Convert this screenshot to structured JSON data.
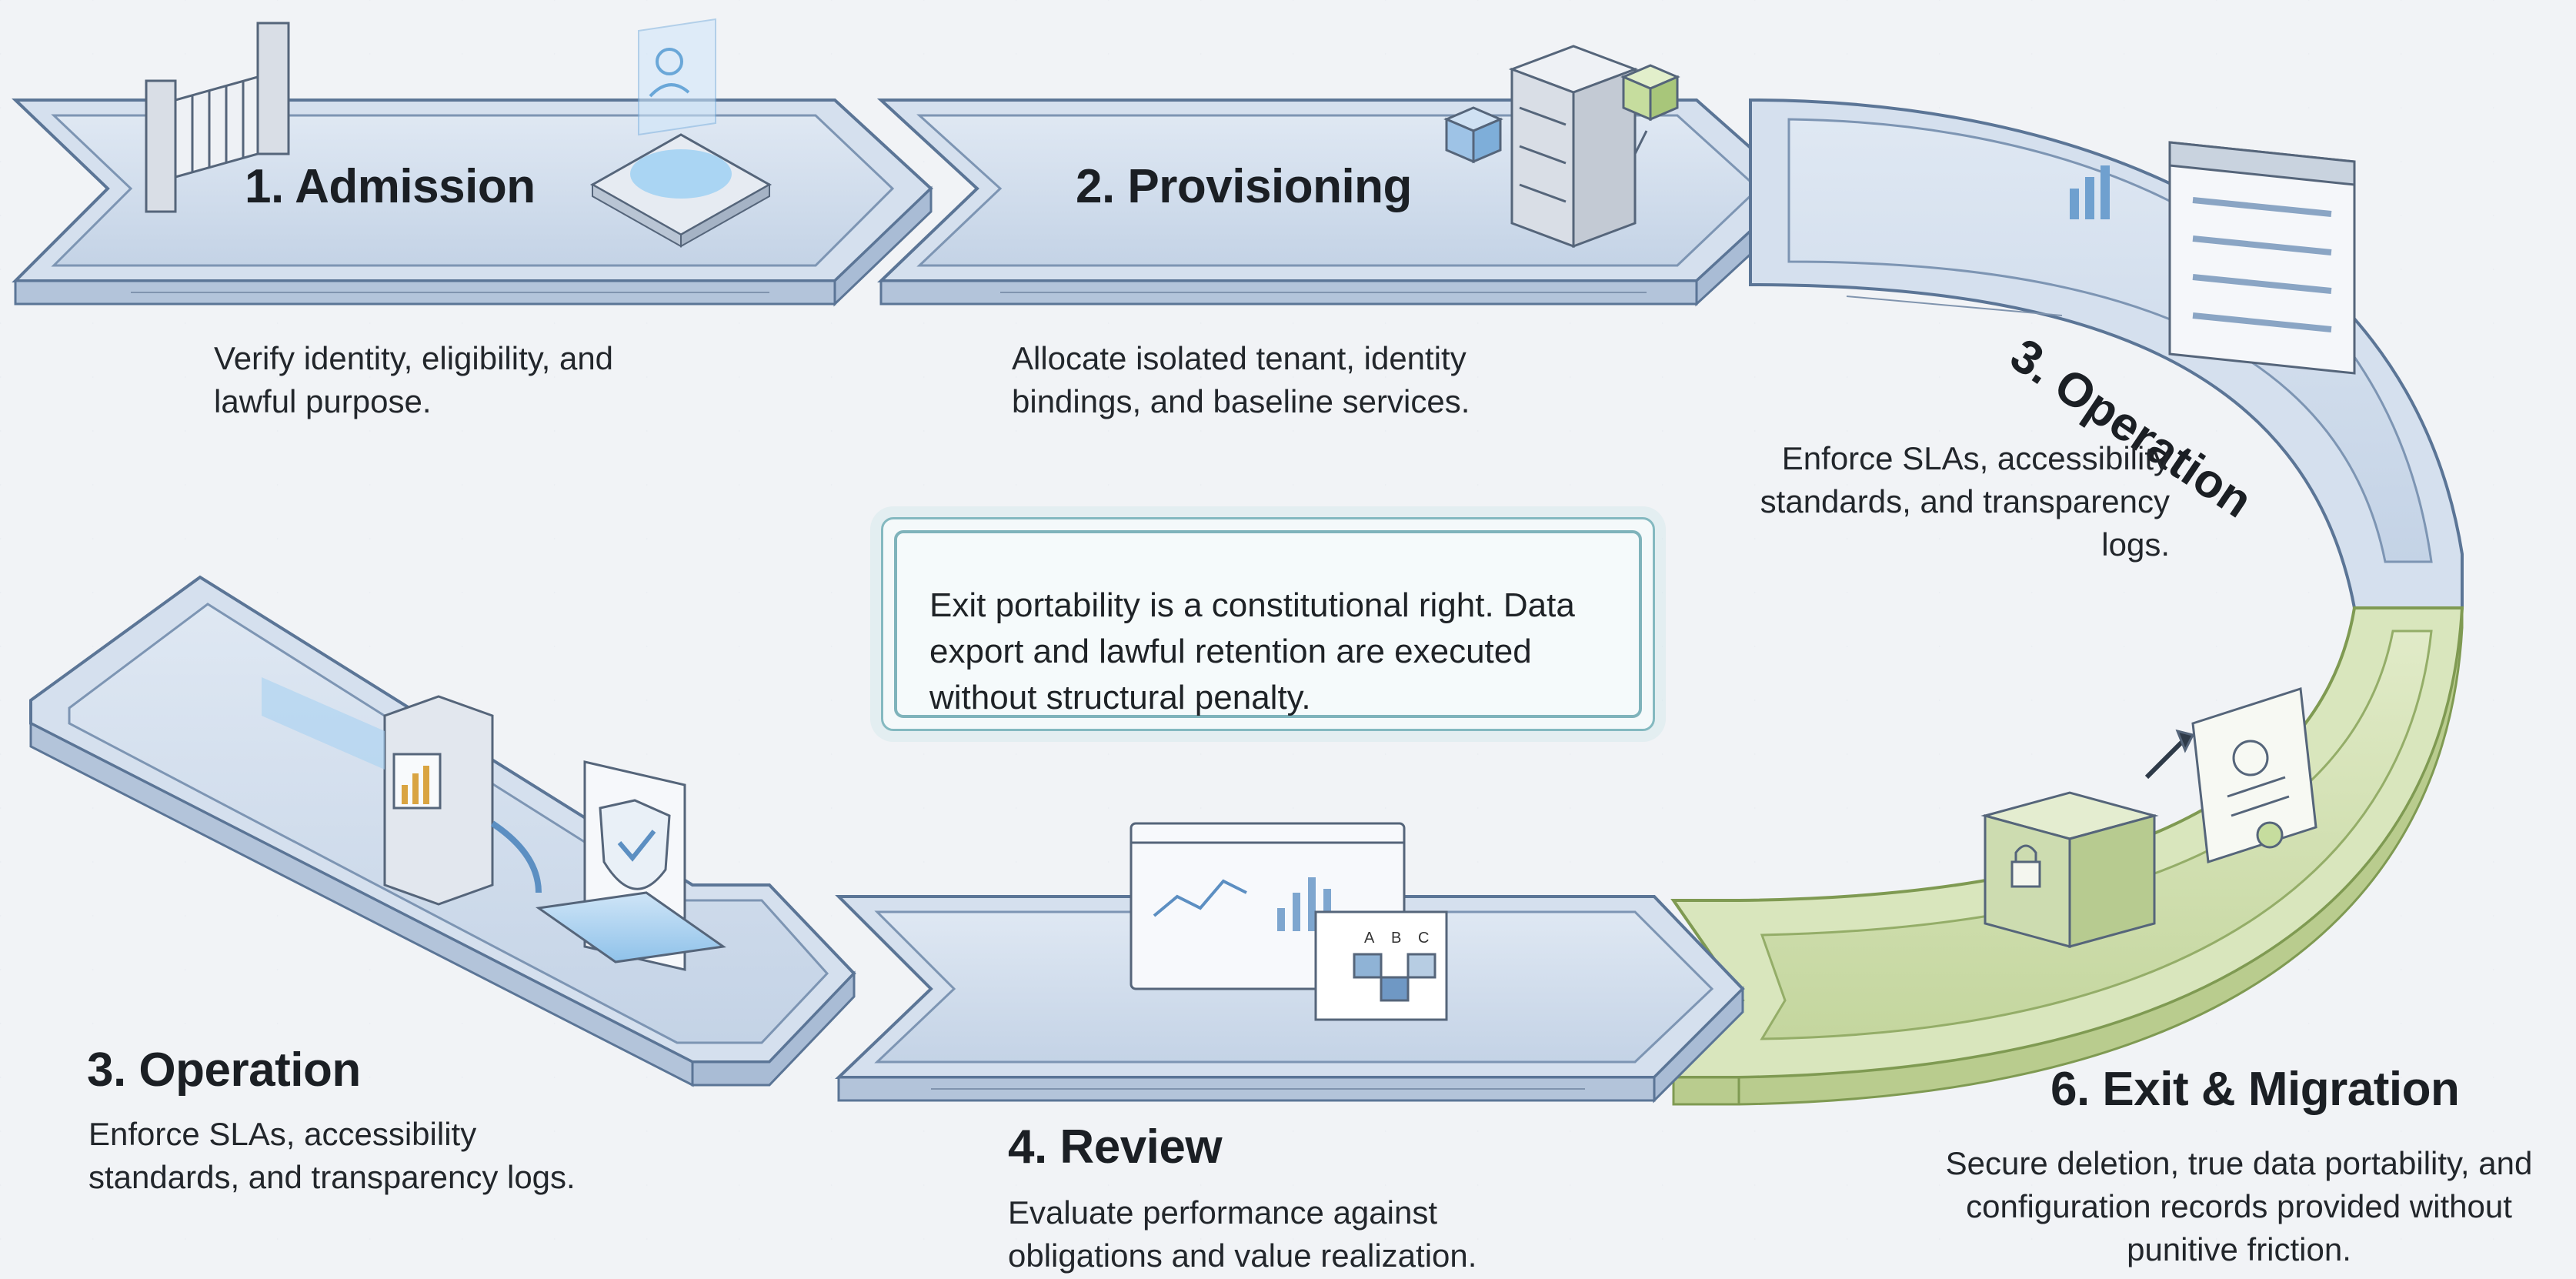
{
  "stages": {
    "admission": {
      "title": "1. Admission",
      "desc": "Verify identity, eligibility, and lawful purpose."
    },
    "provisioning": {
      "title": "2. Provisioning",
      "desc": "Allocate isolated tenant, identity bindings, and baseline services."
    },
    "operation_right": {
      "title": "3. Operation",
      "desc": "Enforce SLAs, accessibility standards, and transparency logs."
    },
    "operation_left": {
      "title": "3. Operation",
      "desc": "Enforce SLAs, accessibility standards, and transparency logs."
    },
    "review": {
      "title": "4. Review",
      "desc": "Evaluate performance against obligations and value realization."
    },
    "exit": {
      "title": "6. Exit & Migration",
      "desc": "Secure deletion, true data portability, and configuration records provided without punitive friction."
    }
  },
  "center_note": "Exit portability is a constitutional right. Data export and lawful retention are executed without structural penalty.",
  "review_table_headers": [
    "A",
    "B",
    "C"
  ],
  "colors": {
    "track_blue": "#b9c9e0",
    "track_blue_edge": "#5b7596",
    "track_green": "#c9d9a6",
    "track_green_edge": "#7f9a52",
    "accent_teal": "#7fb3bb"
  },
  "icons": [
    "gate-icon",
    "identity-scanner-icon",
    "server-rack-icon",
    "cube-icon",
    "dashboard-icon",
    "bar-chart-icon",
    "shield-check-icon",
    "data-table-icon",
    "padlock-box-icon",
    "certificate-icon"
  ]
}
